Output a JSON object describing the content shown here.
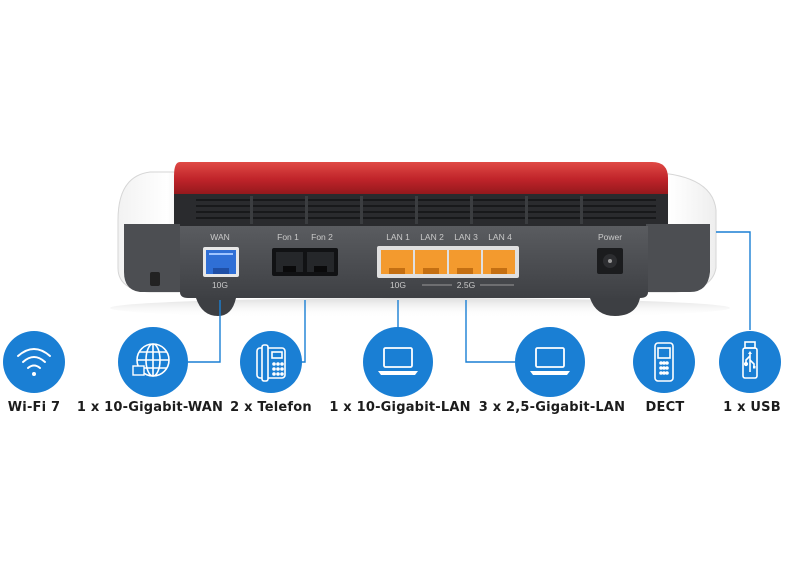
{
  "ports": {
    "wan": "WAN",
    "wan_speed": "10G",
    "fon1": "Fon 1",
    "fon2": "Fon 2",
    "lan1": "LAN 1",
    "lan2": "LAN 2",
    "lan3": "LAN 3",
    "lan4": "LAN 4",
    "lan_speed_10g": "10G",
    "lan_speed_25g": "2.5G",
    "power": "Power"
  },
  "features": [
    {
      "label": "Wi-Fi 7",
      "icon": "wifi-icon"
    },
    {
      "label": "1 x 10-Gigabit-WAN",
      "icon": "globe-icon"
    },
    {
      "label": "2 x Telefon",
      "icon": "telephone-icon"
    },
    {
      "label": "1 x 10-Gigabit-LAN",
      "icon": "laptop-icon"
    },
    {
      "label": "3 x 2,5-Gigabit-LAN",
      "icon": "laptop-icon"
    },
    {
      "label": "DECT",
      "icon": "dect-phone-icon"
    },
    {
      "label": "1 x USB",
      "icon": "usb-icon"
    }
  ],
  "colors": {
    "accent_blue": "#1a7fd4",
    "router_red": "#c0242a",
    "router_body": "#4a4c50",
    "wan_port": "#2f6fd6",
    "lan_port": "#f39a2e"
  }
}
